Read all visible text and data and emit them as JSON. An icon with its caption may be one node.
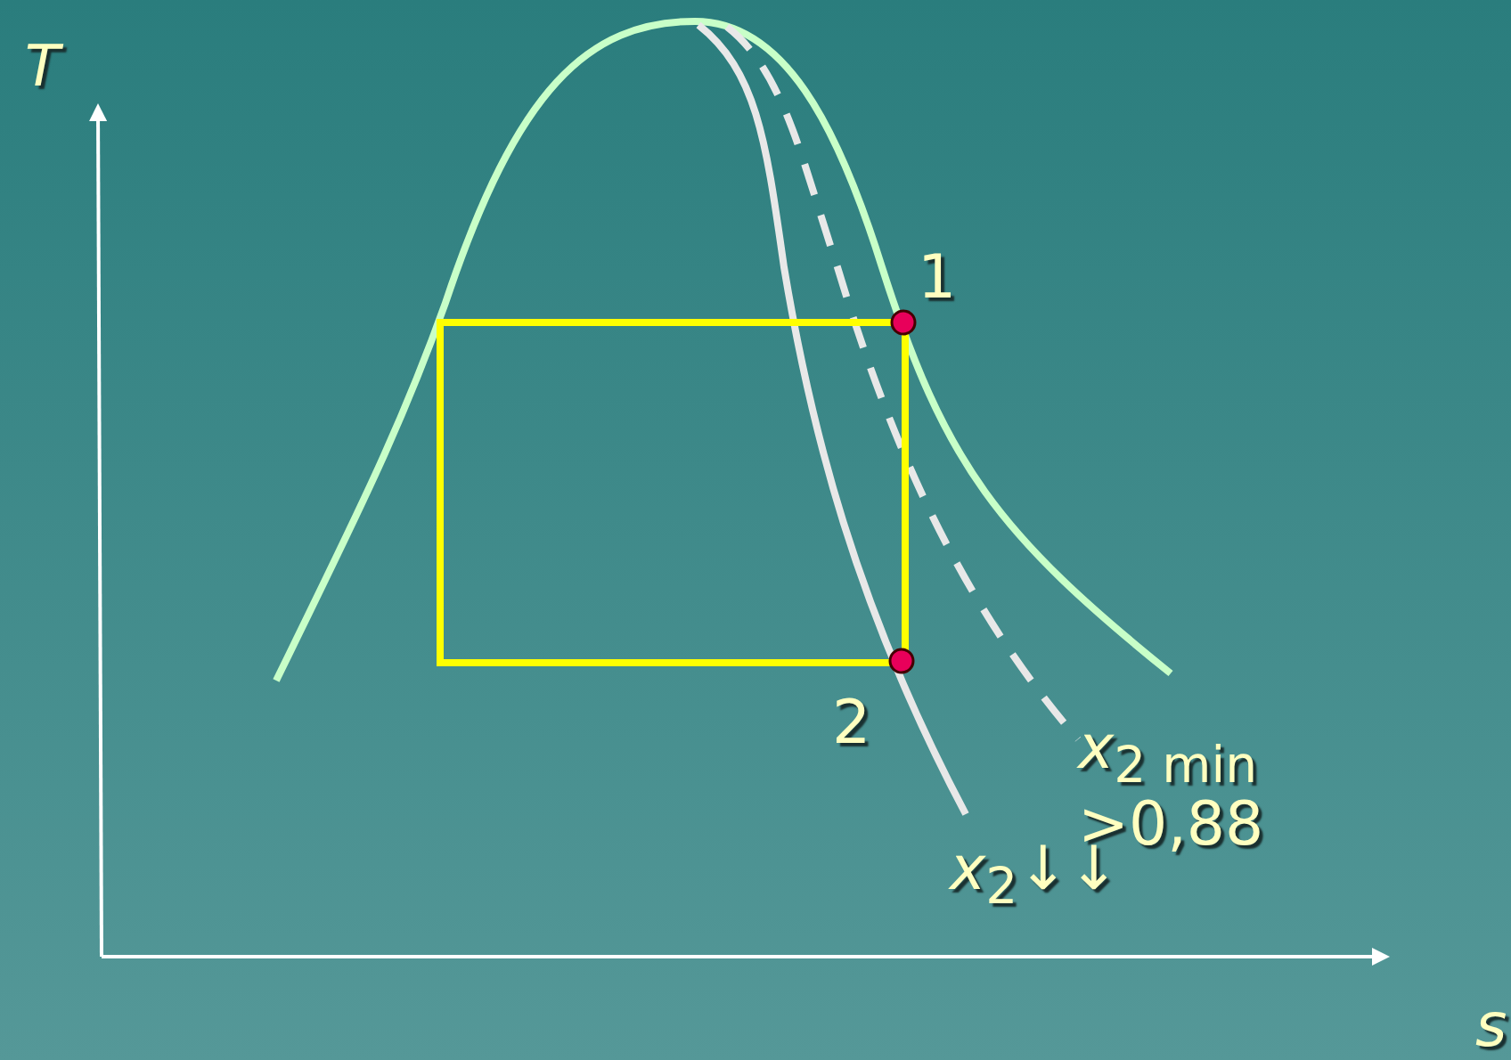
{
  "diagram": {
    "labels": [
      "T",
      "1",
      "2",
      "*x*$_{2 min}$>0,88",
      "*x*$_{2}$↓↓",
      "s"
    ]
  }
}
